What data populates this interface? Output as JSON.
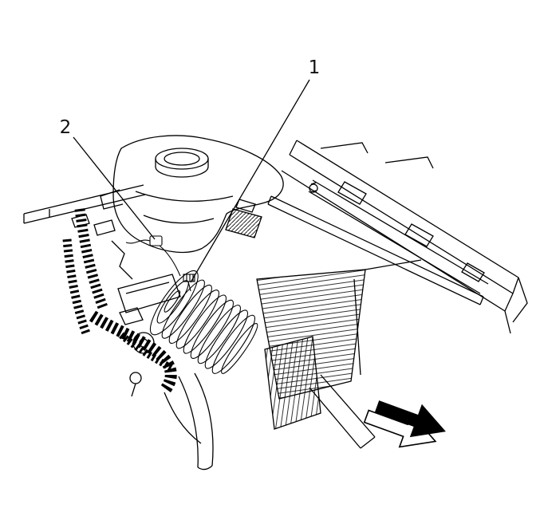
{
  "figure": {
    "type": "engine-compartment-service-illustration",
    "callouts": [
      {
        "label": "1"
      },
      {
        "label": "2"
      }
    ],
    "direction_arrow": {
      "name": "front-of-vehicle-arrow",
      "color": "#000000"
    },
    "colors": {
      "background": "#ffffff",
      "ink": "#000000"
    }
  }
}
